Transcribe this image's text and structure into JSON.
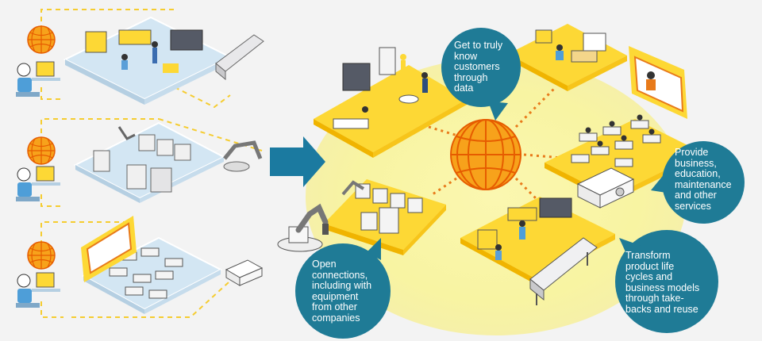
{
  "callouts": {
    "data": [
      "Get to truly",
      "know",
      "customers",
      "through",
      "data"
    ],
    "services": [
      "Provide",
      "business,",
      "education,",
      "maintenance",
      "and other",
      "services"
    ],
    "lifecycle": [
      "Transform",
      "product life",
      "cycles and",
      "business models",
      "through take-",
      "backs and reuse"
    ],
    "connections": [
      "Open",
      "connections,",
      "including with",
      "equipment",
      "from other",
      "companies"
    ]
  },
  "colors": {
    "background": "#f3f3f3",
    "glow": "#f8f4a2",
    "platform_top": "#fdd835",
    "platform_side": "#f0b400",
    "globe": "#f7a21b",
    "globe_lines": "#e65c00",
    "dotted_link": "#e87a1a",
    "callout": "#1f7b96",
    "arrow": "#1b7aa0",
    "left_platform": "#d3e6f3",
    "left_dash": "#f5cc30"
  },
  "icons": {
    "globe": "globe-icon",
    "arrow": "right-arrow-icon",
    "worker": "computer-worker-icon",
    "printer": "large-format-printer-icon",
    "robot": "robot-arm-icon",
    "projector": "projector-icon",
    "board": "whiteboard-icon"
  }
}
